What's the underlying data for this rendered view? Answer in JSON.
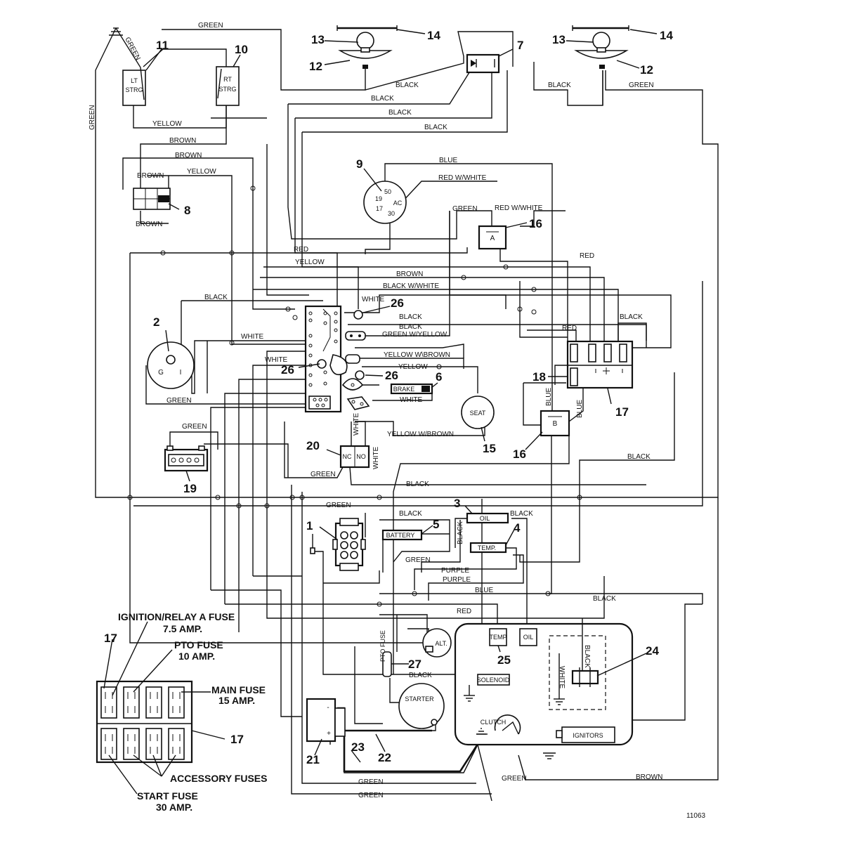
{
  "diagram_id": "11063",
  "legend": {
    "ignition_fuse_name": "IGNITION/RELAY A FUSE",
    "ignition_fuse_rating": "7.5 AMP.",
    "pto_fuse_name": "PTO FUSE",
    "pto_fuse_rating": "10 AMP.",
    "main_fuse_name": "MAIN FUSE",
    "main_fuse_rating": "15 AMP.",
    "accessory_fuses": "ACCESSORY FUSES",
    "start_fuse_name": "START FUSE",
    "start_fuse_rating": "30 AMP.",
    "fuse_block_number_top": "17",
    "fuse_block_number_bottom": "17"
  },
  "components": {
    "lt_strg_line1": "LT",
    "lt_strg_line2": "STRG",
    "rt_strg_line1": "RT",
    "rt_strg_line2": "STRG",
    "brake": "BRAKE",
    "seat": "SEAT",
    "battery": "BATTERY",
    "oil": "OIL",
    "temp": "TEMP.",
    "engine_temp": "TEMP",
    "engine_oil": "OIL",
    "alt": "ALT.",
    "solenoid": "SOLENOID",
    "starter": "STARTER",
    "clutch": "CLUTCH",
    "ignitors": "IGNITORS",
    "relay_a": "A",
    "relay_b": "B",
    "nc": "NC",
    "no": "NO",
    "key_pos_50": "50",
    "key_pos_19": "19",
    "key_pos_17": "17",
    "key_pos_30": "30",
    "key_pos_ac": "AC",
    "hour_g": "G",
    "hour_i": "I",
    "battery_minus": "-",
    "battery_plus": "+",
    "pto_fuse_label": "PTO FUSE"
  },
  "callouts": {
    "c1": "1",
    "c2": "2",
    "c3": "3",
    "c4": "4",
    "c5": "5",
    "c6": "6",
    "c7": "7",
    "c8": "8",
    "c9": "9",
    "c10": "10",
    "c11": "11",
    "c12a": "12",
    "c12b": "12",
    "c13a": "13",
    "c13b": "13",
    "c14a": "14",
    "c14b": "14",
    "c15": "15",
    "c16a": "16",
    "c16b": "16",
    "c17": "17",
    "c18": "18",
    "c19": "19",
    "c20": "20",
    "c21": "21",
    "c22": "22",
    "c23": "23",
    "c24": "24",
    "c25": "25",
    "c26a": "26",
    "c26b": "26",
    "c26c": "26",
    "c27": "27"
  },
  "wires": {
    "green_top": "GREEN",
    "green_left_vertical": "GREEN",
    "green_ground": "GREEN",
    "yellow_strg": "YELLOW",
    "brown_1": "BROWN",
    "brown_2": "BROWN",
    "brown_3": "BROWN",
    "brown_4": "BROWN",
    "yellow_8": "YELLOW",
    "black_light_left": "BLACK",
    "black_1": "BLACK",
    "black_2": "BLACK",
    "black_3": "BLACK",
    "black_light_right": "BLACK",
    "green_light_right": "GREEN",
    "blue_key": "BLUE",
    "red_white_key": "RED W/WHITE",
    "green_relay_a": "GREEN",
    "red_white_relay_a": "RED W/WHITE",
    "red_main": "RED",
    "yellow_main": "YELLOW",
    "red_right": "RED",
    "brown_main": "BROWN",
    "black_white": "BLACK W/WHITE",
    "black_hour": "BLACK",
    "white_26": "WHITE",
    "black_26a": "BLACK",
    "black_26b": "BLACK",
    "green_white_yellow": "GREEN W/YELLOW",
    "white_hour": "WHITE",
    "white_2": "WHITE",
    "yellow_white_brown": "YELLOW W\\BROWN",
    "yellow_brake": "YELLOW",
    "white_brake": "WHITE",
    "green_hour": "GREEN",
    "red_17": "RED",
    "black_17": "BLACK",
    "blue_18": "BLUE",
    "blue_16b": "BLUE",
    "green_19": "GREEN",
    "white_20a": "WHITE",
    "white_20b": "WHITE",
    "yellow_white_brown_seat": "YELLOW W/BROWN",
    "green_20": "GREEN",
    "black_right_16b": "BLACK",
    "black_mid": "BLACK",
    "green_mid": "GREEN",
    "black_oil_left": "BLACK",
    "black_oil_right": "BLACK",
    "black_temp": "BLACK",
    "green_battery": "GREEN",
    "purple_1": "PURPLE",
    "purple_2": "PURPLE",
    "blue_lower": "BLUE",
    "black_lower": "BLACK",
    "red_alt": "RED",
    "black_solenoid": "BLACK",
    "black_24": "BLACK",
    "white_24": "WHITE",
    "green_bottom_1": "GREEN",
    "green_bottom_2": "GREEN",
    "green_clutch": "GREEN",
    "brown_bottom": "BROWN"
  }
}
